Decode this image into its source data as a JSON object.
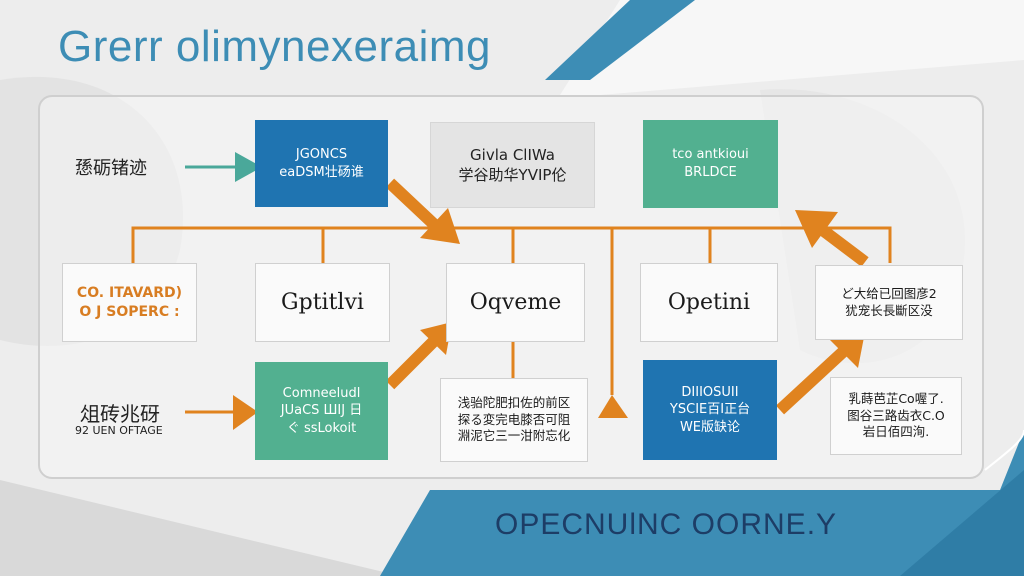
{
  "title": "Grerr olimynexeraimg",
  "footer": "OPECNUlNC OORNE.Y",
  "colors": {
    "blue": "#1f74b1",
    "teal": "#52b090",
    "orange": "#e0831f",
    "title": "#3d8db5",
    "footer": "#1d3d66"
  },
  "inputs": {
    "top": "愻砺锗迹",
    "bottom_main": "俎砖兆砑",
    "bottom_sub": "92 UEN OFTAGE"
  },
  "row1": [
    {
      "lines": [
        "JGONCS",
        "eaDSM壮砀谁"
      ]
    },
    {
      "lines": [
        "Givla ClIWa",
        "学谷助华YVIP伦"
      ]
    },
    {
      "lines": [
        "tco antkioui",
        "BRLDCE"
      ]
    }
  ],
  "row2": [
    {
      "lines": [
        "CO. ITAVARD)",
        "O J SOPERC :"
      ]
    },
    {
      "lines": [
        "Gptitlvi"
      ]
    },
    {
      "lines": [
        "Oqveme"
      ]
    },
    {
      "lines": [
        "Opetini"
      ]
    },
    {
      "lines": [
        "ど大给已回图彦2",
        "犹宠长長斷区没"
      ]
    }
  ],
  "row3": [
    {
      "lines": [
        "Comneeludl",
        "JUaCS ШIJ 日",
        "ぐ ssLokoit"
      ]
    },
    {
      "lines": [
        "浅骀陀肥扣佐的前区",
        "探る変完电膝否可阻",
        "淵泥它三一泔附忘化"
      ]
    },
    {
      "lines": [
        "DIIIOSUII",
        "YSCIE百I正台",
        "WE版缺论"
      ]
    },
    {
      "lines": [
        "乳蒔芭芷Co喔了.",
        "图谷三路齿衣C.O",
        "岩日佰四洵."
      ]
    }
  ]
}
